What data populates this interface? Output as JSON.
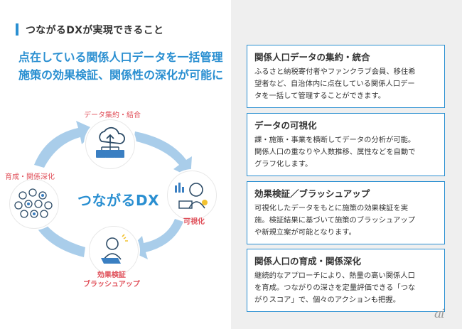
{
  "header": {
    "title": "つながるDXが実現できること"
  },
  "lead": {
    "line1": "点在している関係人口データを一括管理",
    "line2": "施策の効果検証、関係性の深化が可能に"
  },
  "diagram": {
    "center": "つながるDX",
    "nodes": [
      {
        "id": "collect",
        "label": "データ集約・結合",
        "icon": "cloud-upload-folders-icon"
      },
      {
        "id": "visualize",
        "label": "可視化",
        "icon": "analyst-with-charts-icon"
      },
      {
        "id": "verify",
        "label_line1": "効果検証",
        "label_line2": "ブラッシュアップ",
        "icon": "person-at-laptop-idea-icon"
      },
      {
        "id": "deepen",
        "label": "育成・関係深化",
        "icon": "crowd-of-people-icon"
      }
    ],
    "arrow_color": "#a9cdea",
    "accent_color": "#2a8fd1",
    "label_color": "#e0505a"
  },
  "cards": [
    {
      "title": "関係人口データの集約・統合",
      "lines": [
        "ふるさと納税寄付者やファンクラブ会員、移住希",
        "望者など、自治体内に点在している関係人口デー",
        "タを一括して管理することができます。"
      ]
    },
    {
      "title": "データの可視化",
      "lines": [
        "課・施策・事業を横断してデータの分析が可能。",
        "関係人口の重なりや人数推移、属性などを自動で",
        "グラフ化します。"
      ]
    },
    {
      "title": "効果検証／ブラッシュアップ",
      "lines": [
        "可視化したデータをもとに施策の効果検証を実",
        "施。検証結果に基づいて施策のブラッシュアップ",
        "や新規立案が可能となります。"
      ]
    },
    {
      "title": "関係人口の育成・関係深化",
      "lines": [
        "継続的なアプローチにより、熱量の高い関係人口",
        "を育成。つながりの深さを定量評価できる「つな",
        "がりスコア」で、個々のアクションも把握。"
      ]
    }
  ],
  "logo": {
    "text": "ai"
  }
}
